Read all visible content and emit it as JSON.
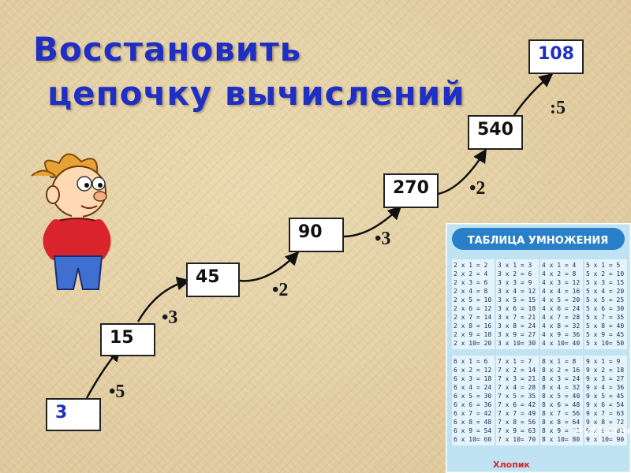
{
  "title": {
    "line1": "Восстановить",
    "line2": "цепочку вычислений"
  },
  "chain": [
    {
      "value": "3"
    },
    {
      "value": "15",
      "op": "•5"
    },
    {
      "value": "45",
      "op": "•3"
    },
    {
      "value": "90",
      "op": "•2"
    },
    {
      "value": "270",
      "op": "•3"
    },
    {
      "value": "540",
      "op": "•2"
    },
    {
      "value": "108",
      "op": ":5"
    }
  ],
  "poster": {
    "title": "ТАБЛИЦА УМНОЖЕНИЯ",
    "top_columns": [
      [
        "2 x 1 = 2",
        "2 x 2 = 4",
        "2 x 3 = 6",
        "2 x 4 = 8",
        "2 x 5 = 10",
        "2 x 6 = 12",
        "2 x 7 = 14",
        "2 x 8 = 16",
        "2 x 9 = 18",
        "2 x 10= 20"
      ],
      [
        "3 x 1 = 3",
        "3 x 2 = 6",
        "3 x 3 = 9",
        "3 x 4 = 12",
        "3 x 5 = 15",
        "3 x 6 = 18",
        "3 x 7 = 21",
        "3 x 8 = 24",
        "3 x 9 = 27",
        "3 x 10= 30"
      ],
      [
        "4 x 1 = 4",
        "4 x 2 = 8",
        "4 x 3 = 12",
        "4 x 4 = 16",
        "4 x 5 = 20",
        "4 x 6 = 24",
        "4 x 7 = 28",
        "4 x 8 = 32",
        "4 x 9 = 36",
        "4 x 10= 40"
      ],
      [
        "5 x 1 = 5",
        "5 x 2 = 10",
        "5 x 3 = 15",
        "5 x 4 = 20",
        "5 x 5 = 25",
        "5 x 6 = 30",
        "5 x 7 = 35",
        "5 x 8 = 40",
        "5 x 9 = 45",
        "5 x 10= 50"
      ]
    ],
    "bottom_columns": [
      [
        "6 x 1 = 6",
        "6 x 2 = 12",
        "6 x 3 = 18",
        "6 x 4 = 24",
        "6 x 5 = 30",
        "6 x 6 = 36",
        "6 x 7 = 42",
        "6 x 8 = 48",
        "6 x 9 = 54",
        "6 x 10= 60"
      ],
      [
        "7 x 1 = 7",
        "7 x 2 = 14",
        "7 x 3 = 21",
        "7 x 4 = 28",
        "7 x 5 = 35",
        "7 x 6 = 42",
        "7 x 7 = 49",
        "7 x 8 = 56",
        "7 x 9 = 63",
        "7 x 10= 70"
      ],
      [
        "8 x 1 = 8",
        "8 x 2 = 16",
        "8 x 3 = 24",
        "8 x 4 = 32",
        "8 x 5 = 40",
        "8 x 6 = 48",
        "8 x 7 = 56",
        "8 x 8 = 64",
        "8 x 9 = 72",
        "8 x 10= 80"
      ],
      [
        "9 x 1 = 9",
        "9 x 2 = 18",
        "9 x 3 = 27",
        "9 x 4 = 36",
        "9 x 5 = 45",
        "9 x 6 = 54",
        "9 x 7 = 63",
        "9 x 8 = 72",
        "9 x 9 = 81",
        "9 x 10= 90"
      ]
    ],
    "brand": "Хлопик",
    "watermark": "MyShared"
  },
  "colors": {
    "title": "#1f2fc4",
    "box_border": "#222222",
    "poster_bg": "#bfe3f3",
    "poster_title_bg": "#2a7fc9"
  },
  "icons": {
    "boy": "cartoon-boy-illustration",
    "arrow": "curved-arrow"
  }
}
